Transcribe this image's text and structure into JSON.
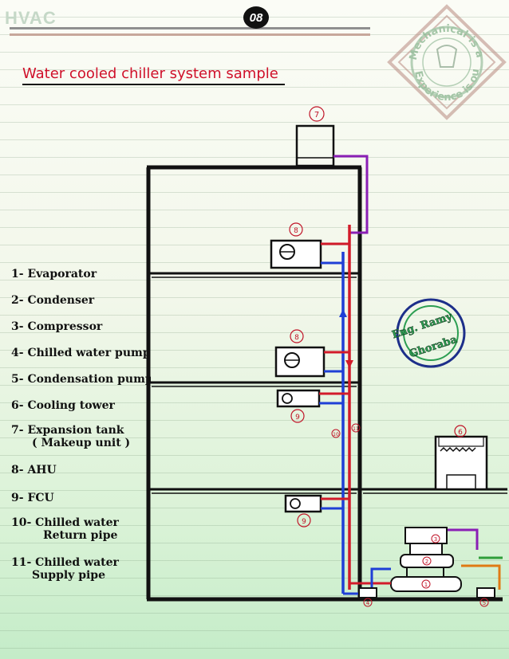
{
  "header": {
    "brand": "HVAC",
    "page_number": "08"
  },
  "title": "Water cooled chiller system sample",
  "legend": [
    {
      "num": "1-",
      "text": "Evaporator"
    },
    {
      "num": "2-",
      "text": "Condenser"
    },
    {
      "num": "3-",
      "text": "Compressor"
    },
    {
      "num": "4-",
      "text": "Chilled water pump"
    },
    {
      "num": "5-",
      "text": "Condensation pump"
    },
    {
      "num": "6-",
      "text": "Cooling tower"
    },
    {
      "num": "7-",
      "text": "Expansion tank",
      "line2": "( Makeup unit )"
    },
    {
      "num": "8-",
      "text": "AHU"
    },
    {
      "num": "9-",
      "text": "FCU"
    },
    {
      "num": "10-",
      "text": "Chilled water",
      "line2": "Return pipe"
    },
    {
      "num": "11-",
      "text": "Chilled water",
      "line2": "Supply pipe"
    }
  ],
  "diagram_labels": {
    "expansion_tank": "7",
    "ahu_top": "8",
    "ahu_mid": "8",
    "fcu_mid": "9",
    "fcu_low": "9",
    "return_pipe": "10",
    "supply_pipe": "11",
    "cooling_tower": "6",
    "evaporator": "1",
    "condenser": "2",
    "compressor": "3",
    "chilled_pump": "4",
    "cond_pump": "5"
  },
  "stamp": {
    "line1": "Mechanical is a life",
    "line2": "Experience is our aim"
  },
  "author_badge": {
    "line1": "Eng. Ramy",
    "line2": "Ghoraba"
  },
  "colors": {
    "supply": "#d21b2a",
    "return": "#1f3fd6",
    "expansion": "#8a1fb5",
    "condenser_loop": "#e07a14",
    "makeup": "#2f9e3a"
  }
}
